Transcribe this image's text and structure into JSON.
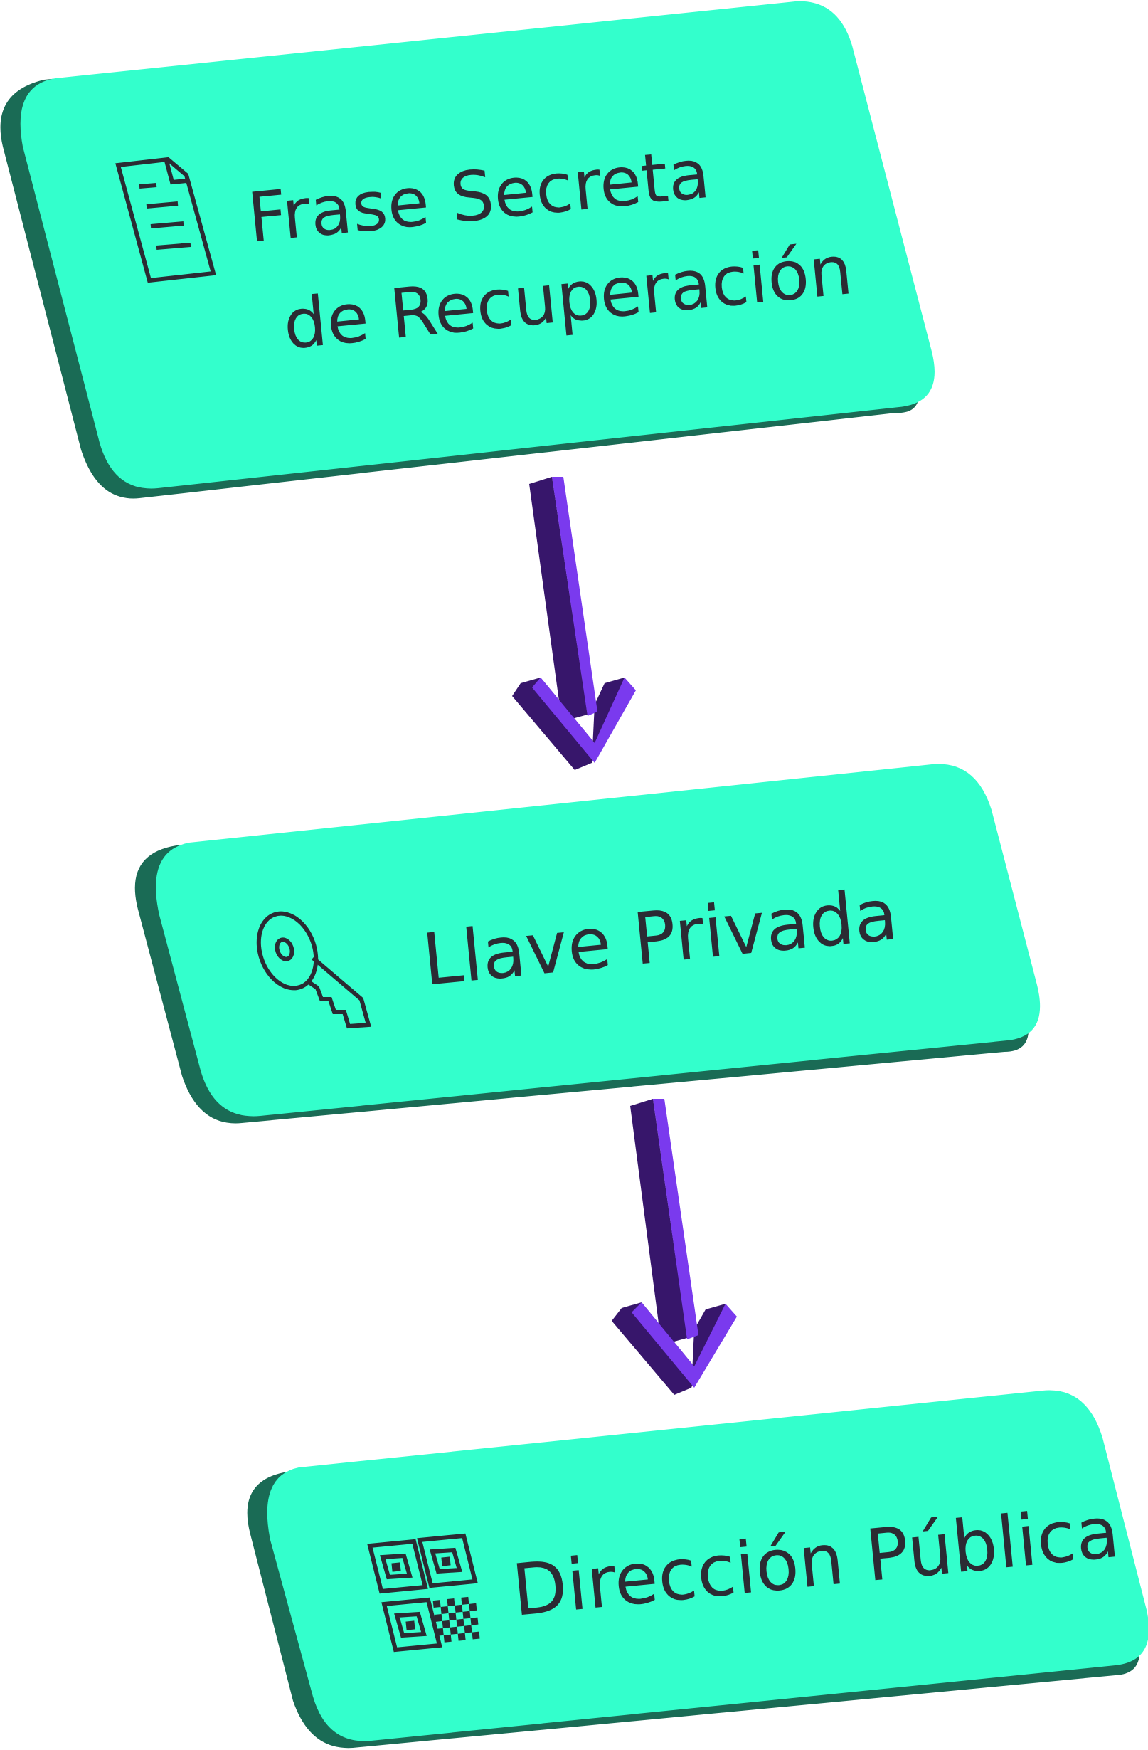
{
  "diagram": {
    "nodes": [
      {
        "id": "recovery-phrase",
        "lines": [
          "Frase Secreta",
          "de Recuperación"
        ],
        "icon": "document-icon"
      },
      {
        "id": "private-key",
        "lines": [
          "Llave Privada"
        ],
        "icon": "key-icon"
      },
      {
        "id": "public-address",
        "lines": [
          "Dirección Pública"
        ],
        "icon": "qr-code-icon"
      }
    ],
    "edges": [
      {
        "from": "recovery-phrase",
        "to": "private-key"
      },
      {
        "from": "private-key",
        "to": "public-address"
      }
    ]
  },
  "colors": {
    "card_face": "#33FFCC",
    "card_edge": "#1A6B55",
    "arrow_light": "#7A3AEE",
    "arrow_dark": "#37166B",
    "text": "#2B2B33"
  }
}
